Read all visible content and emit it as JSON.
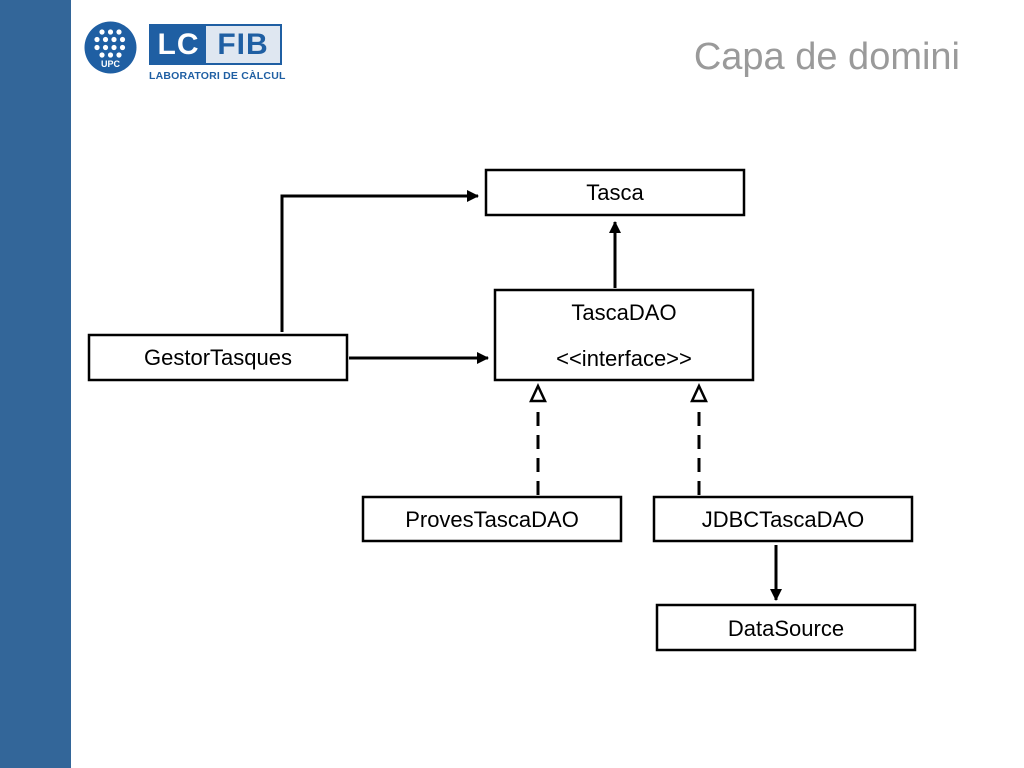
{
  "header": {
    "title": "Capa de domini",
    "logo_upc_text": "UPC",
    "logo_lc": "LC",
    "logo_fib": "FIB",
    "logo_subtitle": "LABORATORI DE CÀLCUL"
  },
  "colors": {
    "sidebar": "#336699",
    "title": "#9a9a9a",
    "logo_blue": "#1f5fa3"
  },
  "diagram": {
    "classes": {
      "tasca": "Tasca",
      "tasca_dao": "TascaDAO",
      "tasca_dao_stereotype": "<<interface>>",
      "gestor_tasques": "GestorTasques",
      "proves_tasca_dao": "ProvesTascaDAO",
      "jdbc_tasca_dao": "JDBCTascaDAO",
      "data_source": "DataSource"
    }
  }
}
